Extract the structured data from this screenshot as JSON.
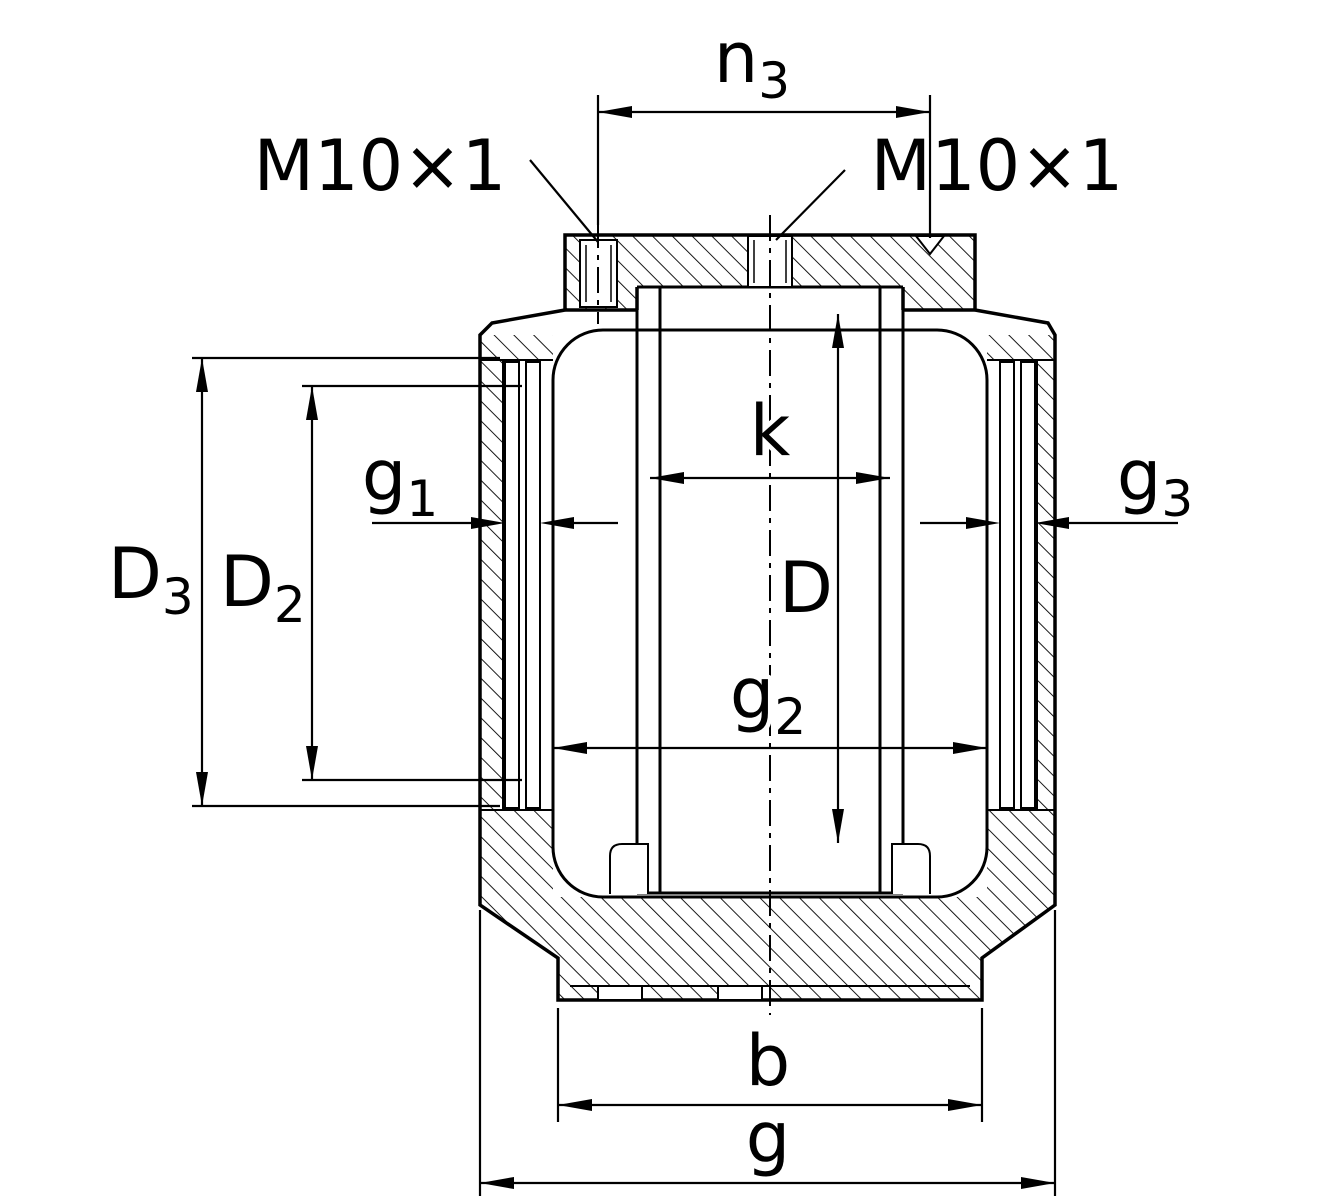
{
  "colors": {
    "line": "#000000",
    "background": "#ffffff"
  },
  "labels": {
    "n3": {
      "main": "n",
      "sub": "3"
    },
    "m10_left": "M10×1",
    "m10_right": "M10×1",
    "k": "k",
    "g1": {
      "main": "g",
      "sub": "1"
    },
    "g3": {
      "main": "g",
      "sub": "3"
    },
    "D3": {
      "main": "D",
      "sub": "3"
    },
    "D2": {
      "main": "D",
      "sub": "2"
    },
    "D": "D",
    "g2": {
      "main": "g",
      "sub": "2"
    },
    "b": "b",
    "g": "g"
  }
}
